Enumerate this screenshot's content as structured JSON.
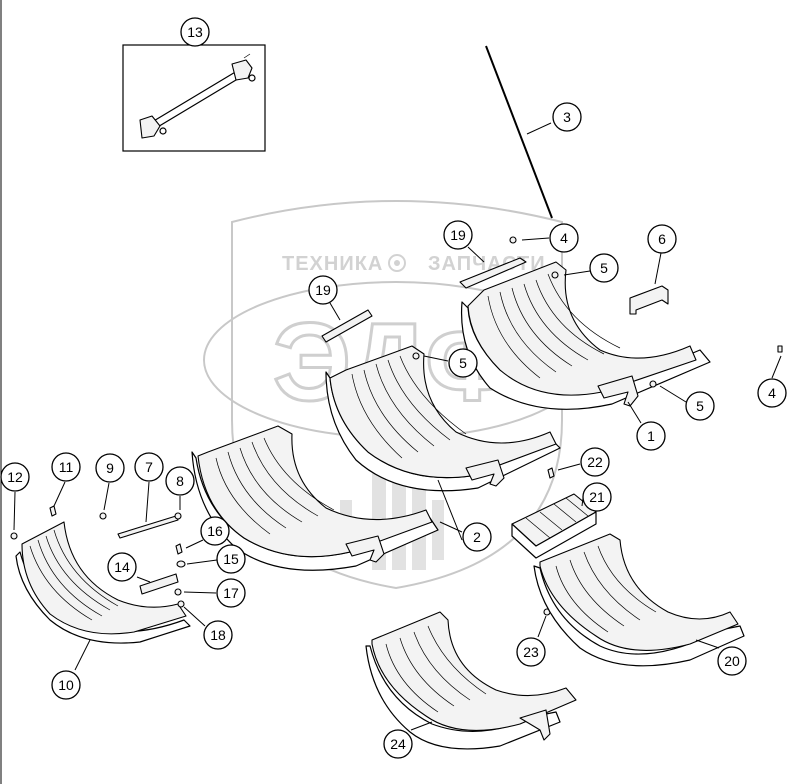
{
  "callouts": [
    {
      "label": "13"
    },
    {
      "label": "3"
    },
    {
      "label": "19"
    },
    {
      "label": "4"
    },
    {
      "label": "5"
    },
    {
      "label": "6"
    },
    {
      "label": "19"
    },
    {
      "label": "5"
    },
    {
      "label": "5"
    },
    {
      "label": "4"
    },
    {
      "label": "1"
    },
    {
      "label": "22"
    },
    {
      "label": "21"
    },
    {
      "label": "2"
    },
    {
      "label": "12"
    },
    {
      "label": "11"
    },
    {
      "label": "9"
    },
    {
      "label": "7"
    },
    {
      "label": "8"
    },
    {
      "label": "16"
    },
    {
      "label": "15"
    },
    {
      "label": "14"
    },
    {
      "label": "17"
    },
    {
      "label": "18"
    },
    {
      "label": "10"
    },
    {
      "label": "23"
    },
    {
      "label": "20"
    },
    {
      "label": "24"
    }
  ],
  "watermark": {
    "left_text": "ТЕХНИКА",
    "right_text": "ЗАПЧАСТИ",
    "logo_letters": "ЭДФ"
  }
}
